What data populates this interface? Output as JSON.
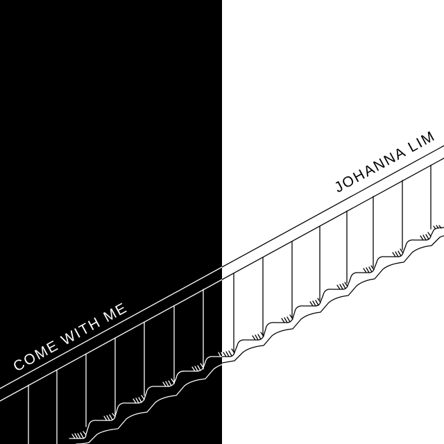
{
  "cover": {
    "title": "COME WITH ME",
    "artist": "JOHANNA LIM",
    "colors": {
      "dark_half": "#000000",
      "light_half": "#ffffff",
      "title_text": "#ffffff",
      "artist_text": "#000000"
    },
    "artwork": "hand-drawn staircase with banister crossing a black and white split background"
  }
}
